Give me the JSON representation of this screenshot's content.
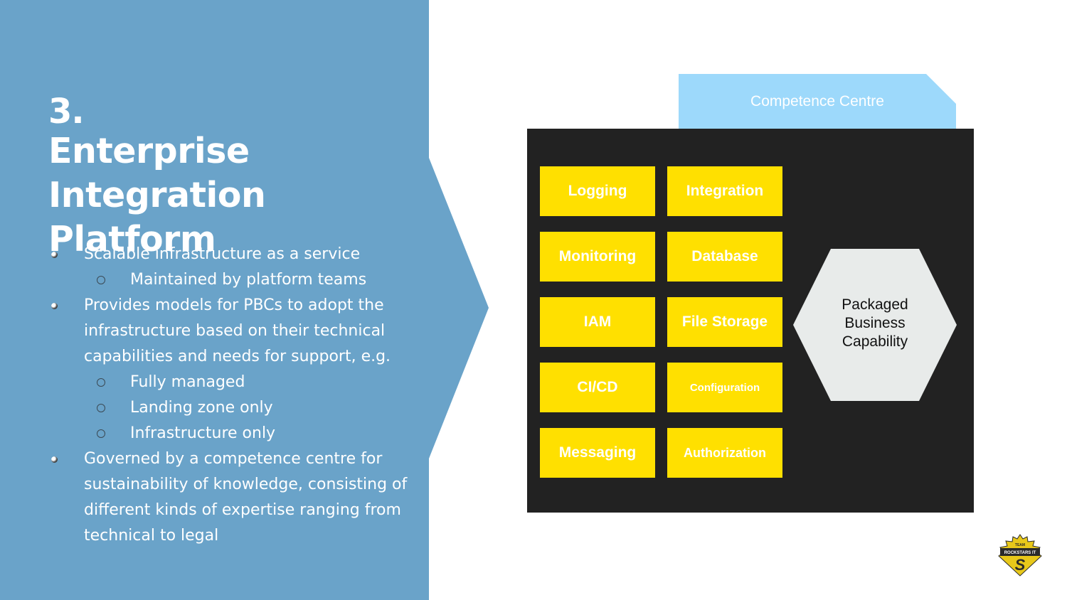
{
  "slide": {
    "number": "3.",
    "title": "Enterprise Integration Platform",
    "bullets": [
      {
        "text": "Scalable infrastructure as a service",
        "sub": [
          "Maintained by platform teams"
        ]
      },
      {
        "text": "Provides models for PBCs to adopt the infrastructure based on their technical capabilities and needs for support, e.g.",
        "sub": [
          "Fully managed",
          "Landing zone only",
          "Infrastructure only"
        ]
      },
      {
        "text": "Governed by a competence centre for sustainability of knowledge, consisting of different kinds of expertise ranging from technical to legal",
        "sub": []
      }
    ]
  },
  "diagram": {
    "competence_centre": "Competence Centre",
    "tiles": [
      [
        "Logging",
        "Integration"
      ],
      [
        "Monitoring",
        "Database"
      ],
      [
        "IAM",
        "File Storage"
      ],
      [
        "CI/CD",
        "Configuration"
      ],
      [
        "Messaging",
        "Authorization"
      ]
    ],
    "hexagon_label": "Packaged Business Capability"
  },
  "logo": {
    "text": "TEAM ROCKSTARS IT"
  },
  "colors": {
    "panel": "#6aa3c9",
    "tab": "#9dd9fb",
    "box": "#222222",
    "tile": "#ffe000",
    "hexagon": "#e8ebea"
  }
}
